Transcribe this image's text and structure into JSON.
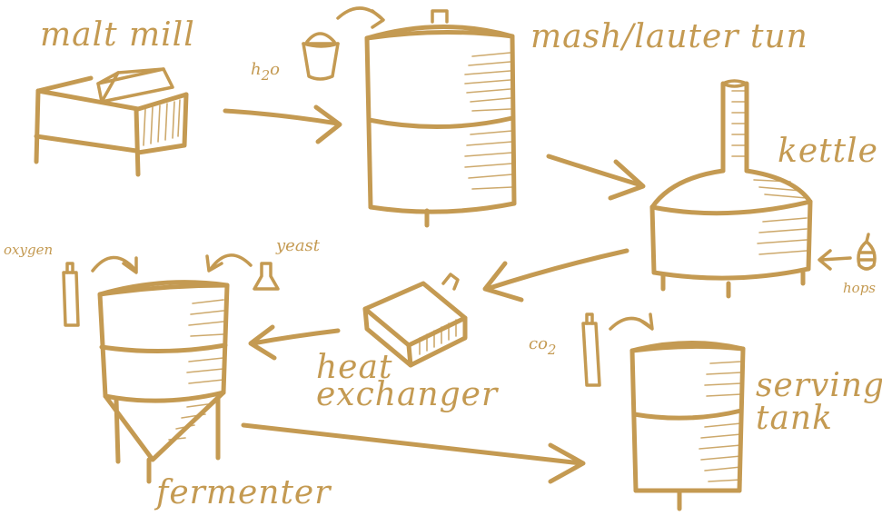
{
  "colors": {
    "ink": "#C49A52",
    "background": "#FFFFFF"
  },
  "labels": {
    "malt_mill": "malt mill",
    "mash_lauter_tun": "mash/lauter tun",
    "h2o_h": "h",
    "h2o_sub": "2",
    "h2o_o": "o",
    "kettle": "kettle",
    "hops": "hops",
    "oxygen": "oxygen",
    "yeast": "yeast",
    "heat": "heat",
    "exchanger": "exchanger",
    "co2_co": "co",
    "co2_sub": "2",
    "serving": "serving",
    "tank": "tank",
    "fermenter": "fermenter"
  },
  "icons": [
    "malt-mill-icon",
    "bucket-icon",
    "mash-tun-icon",
    "kettle-icon",
    "hop-icon",
    "oxygen-tank-icon",
    "yeast-flask-icon",
    "fermenter-icon",
    "heat-exchanger-icon",
    "co2-tank-icon",
    "serving-tank-icon"
  ]
}
